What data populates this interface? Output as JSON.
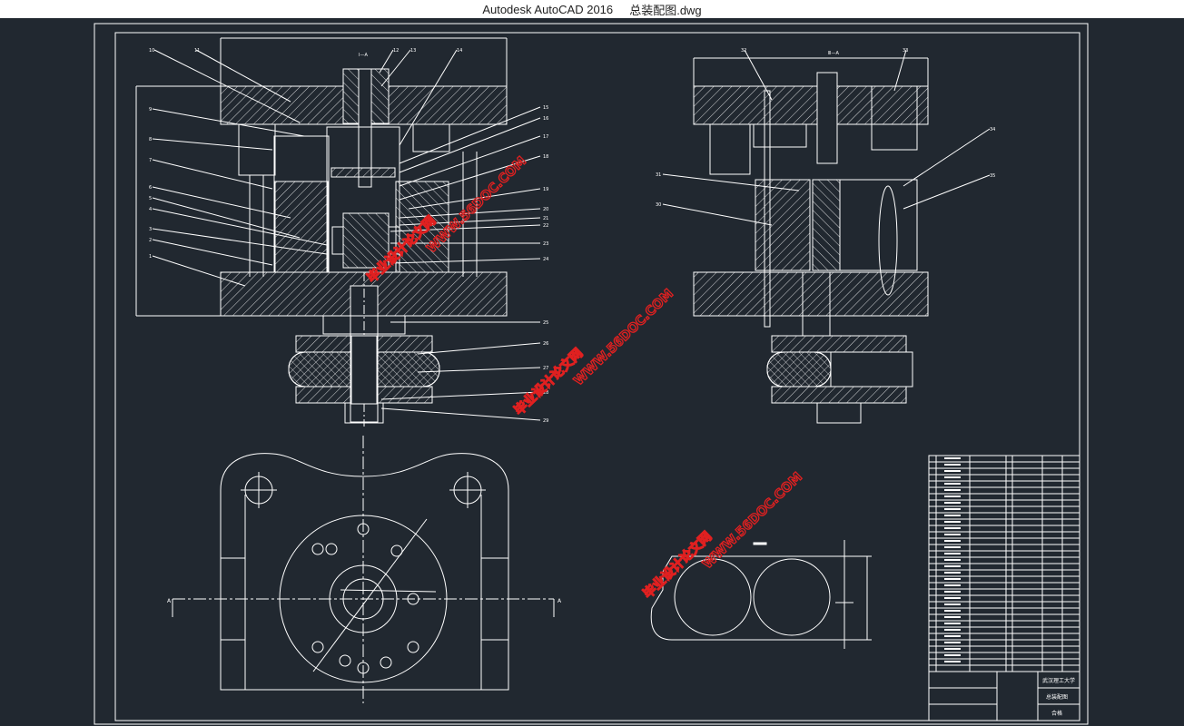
{
  "window": {
    "app_title": "Autodesk AutoCAD 2016",
    "file_name": "总装配图.dwg"
  },
  "colors": {
    "background": "#212830",
    "line": "#ffffff",
    "watermark": "#e02020",
    "titlebar": "#ffffff"
  },
  "drawing": {
    "section_label_left": "I—A",
    "section_label_right": "Ⅲ—A",
    "part_numbers_left": [
      "10",
      "11",
      "12",
      "13",
      "14",
      "9",
      "8",
      "7",
      "6",
      "5",
      "4",
      "3",
      "2",
      "1",
      "15",
      "16",
      "17",
      "18",
      "19",
      "20",
      "21",
      "22",
      "23",
      "24",
      "25",
      "26",
      "27",
      "28",
      "29"
    ],
    "part_numbers_right": [
      "32",
      "33",
      "34",
      "35",
      "31",
      "30"
    ],
    "section_marks": [
      "A",
      "A"
    ],
    "title_block": {
      "school": "武汉理工大学",
      "drawing_name": "总装配图",
      "scale_note": "合格"
    }
  },
  "watermarks": [
    {
      "text1": "毕业设计论文网",
      "text2": "WWW.56DOC.COM"
    },
    {
      "text1": "毕业设计论文网",
      "text2": "WWW.56DOC.COM"
    },
    {
      "text1": "毕业设计论文网",
      "text2": "WWW.56DOC.COM"
    }
  ]
}
